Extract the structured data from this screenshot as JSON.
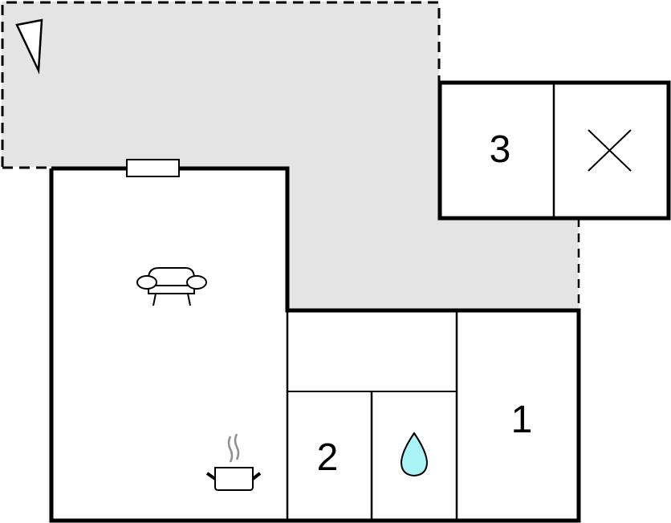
{
  "floorplan": {
    "colors": {
      "terrace_fill": "#e4e4e4",
      "wall": "#000000",
      "water_drop": "#aaf4f8",
      "steam": "#909090",
      "background": "#ffffff"
    },
    "rooms": [
      {
        "id": "living-kitchen",
        "label": "",
        "icons": [
          "sofa-icon",
          "cooking-pot-icon"
        ]
      },
      {
        "id": "hallway",
        "label": ""
      },
      {
        "id": "bedroom-1",
        "label": "1"
      },
      {
        "id": "bedroom-2",
        "label": "2"
      },
      {
        "id": "bathroom",
        "label": "",
        "icons": [
          "water-drop-icon"
        ]
      },
      {
        "id": "bedroom-3",
        "label": "3"
      },
      {
        "id": "storage",
        "label": "",
        "icons": [
          "cross-icon"
        ]
      }
    ],
    "terrace": {
      "label": "",
      "icons": [
        "compass-north-icon"
      ]
    },
    "window": {
      "label": ""
    }
  }
}
